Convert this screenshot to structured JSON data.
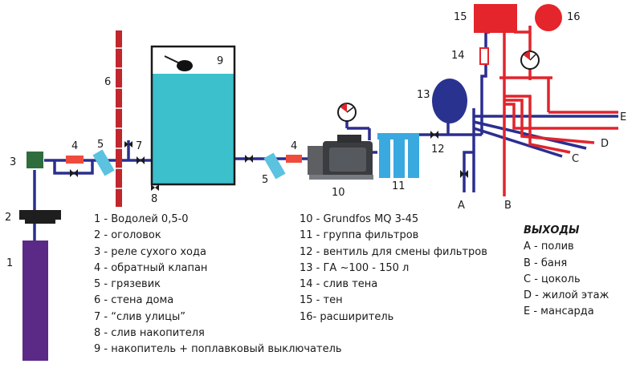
{
  "colors": {
    "pipe_cold": "#2b2e8f",
    "pipe_hot": "#e1242c",
    "wall": "#c0262c",
    "tank_water": "#3cc0cc",
    "well": "#5b2a86",
    "dry_run_relay": "#2f6e3c",
    "check_valve": "#ef4b3c",
    "strainer": "#5bc2df",
    "filters": "#3aa9e0",
    "accumulator": "#2a3290",
    "heater": "#e4252b"
  },
  "labels": {
    "n1": "1",
    "n2": "2",
    "n3": "3",
    "n4a": "4",
    "n4b": "4",
    "n5a": "5",
    "n5b": "5",
    "n6": "6",
    "n7": "7",
    "n8": "8",
    "n9": "9",
    "n10": "10",
    "n11": "11",
    "n12": "12",
    "n13": "13",
    "n14": "14",
    "n15": "15",
    "n16": "16",
    "outA": "A",
    "outB": "B",
    "outC": "C",
    "outD": "D",
    "outE": "E"
  },
  "legend_left": [
    "1 - Водолей 0,5-0",
    "2 - оголовок",
    "3 - реле сухого хода",
    "4 - обратный клапан",
    "5 - грязевик",
    "6 - стена дома",
    "7 - “слив улицы”",
    "8 - слив накопителя",
    "9 - накопитель + поплавковый выключатель"
  ],
  "legend_mid": [
    "10 - Grundfos MQ 3-45",
    "11 - группа фильтров",
    "12 - вентиль для смены фильтров",
    "13 - ГА ~100 - 150 л",
    "14 - слив тена",
    "15 - тен",
    "16- расширитель"
  ],
  "exits": {
    "title": "ВЫХОДЫ",
    "items": [
      "A - полив",
      "B - баня",
      "C - цоколь",
      "D - жилой этаж",
      "E - мансарда"
    ]
  }
}
